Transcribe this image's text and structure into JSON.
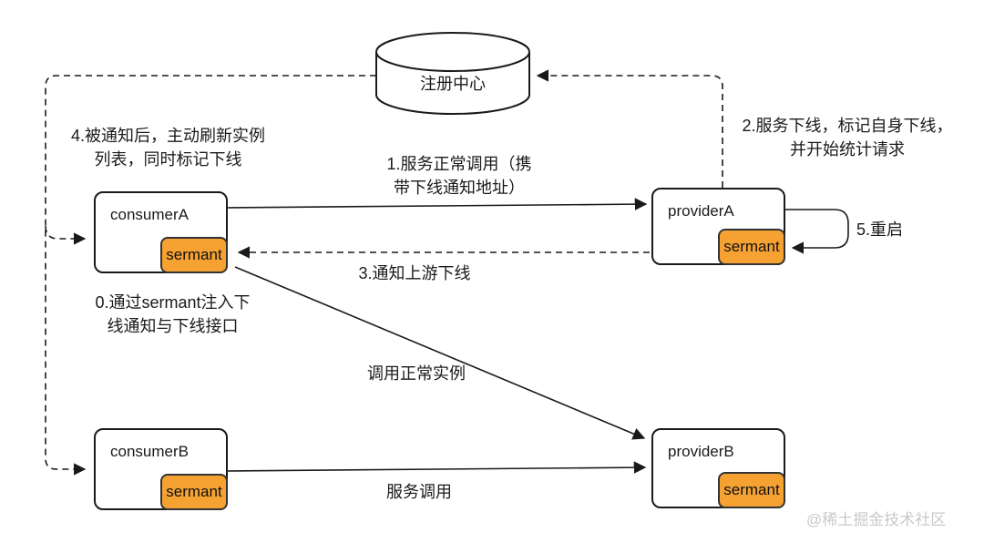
{
  "registry": {
    "label": "注册中心"
  },
  "nodes": [
    {
      "id": "consumerA",
      "label": "consumerA",
      "badge": "sermant"
    },
    {
      "id": "providerA",
      "label": "providerA",
      "badge": "sermant"
    },
    {
      "id": "consumerB",
      "label": "consumerB",
      "badge": "sermant"
    },
    {
      "id": "providerB",
      "label": "providerB",
      "badge": "sermant"
    }
  ],
  "annotations": {
    "step0": {
      "text": "0.通过sermant注入下\n线通知与下线接口"
    },
    "step1": {
      "text": "1.服务正常调用（携\n带下线通知地址）"
    },
    "step2": {
      "text": "2.服务下线，标记自身下线，\n并开始统计请求"
    },
    "step3": {
      "text": "3.通知上游下线"
    },
    "step4": {
      "text": "4.被通知后，主动刷新实例\n列表，同时标记下线"
    },
    "step5": {
      "text": "5.重启"
    },
    "call_normal_instance": {
      "text": "调用正常实例"
    },
    "service_call": {
      "text": "服务调用"
    }
  },
  "edges": [
    {
      "from": "consumerA",
      "to": "providerA",
      "style": "solid",
      "label": "1.服务正常调用（携带下线通知地址）"
    },
    {
      "from": "providerA",
      "to": "consumerA.sermant",
      "style": "dashed",
      "label": "3.通知上游下线"
    },
    {
      "from": "consumerA.sermant",
      "to": "providerB",
      "style": "solid",
      "label": "调用正常实例"
    },
    {
      "from": "consumerB",
      "to": "providerB",
      "style": "solid",
      "label": "服务调用"
    },
    {
      "from": "providerA",
      "to": "注册中心",
      "style": "dashed",
      "label": "2.服务下线，标记自身下线，并开始统计请求"
    },
    {
      "from": "注册中心",
      "to": "consumerA",
      "style": "dashed",
      "label": "4.被通知后，主动刷新实例列表，同时标记下线"
    },
    {
      "from": "注册中心",
      "to": "consumerB",
      "style": "dashed",
      "label": ""
    },
    {
      "from": "providerA",
      "to": "providerA.sermant",
      "style": "solid",
      "label": "5.重启"
    }
  ],
  "watermark": {
    "text": "@稀土掘金技术社区"
  },
  "colors": {
    "line": "#1a1a1a",
    "box_border": "#1a1a1a",
    "badge_fill": "#F6A233",
    "badge_border": "#333333",
    "text": "#1a1a1a",
    "watermark": "#c9c9c9"
  }
}
